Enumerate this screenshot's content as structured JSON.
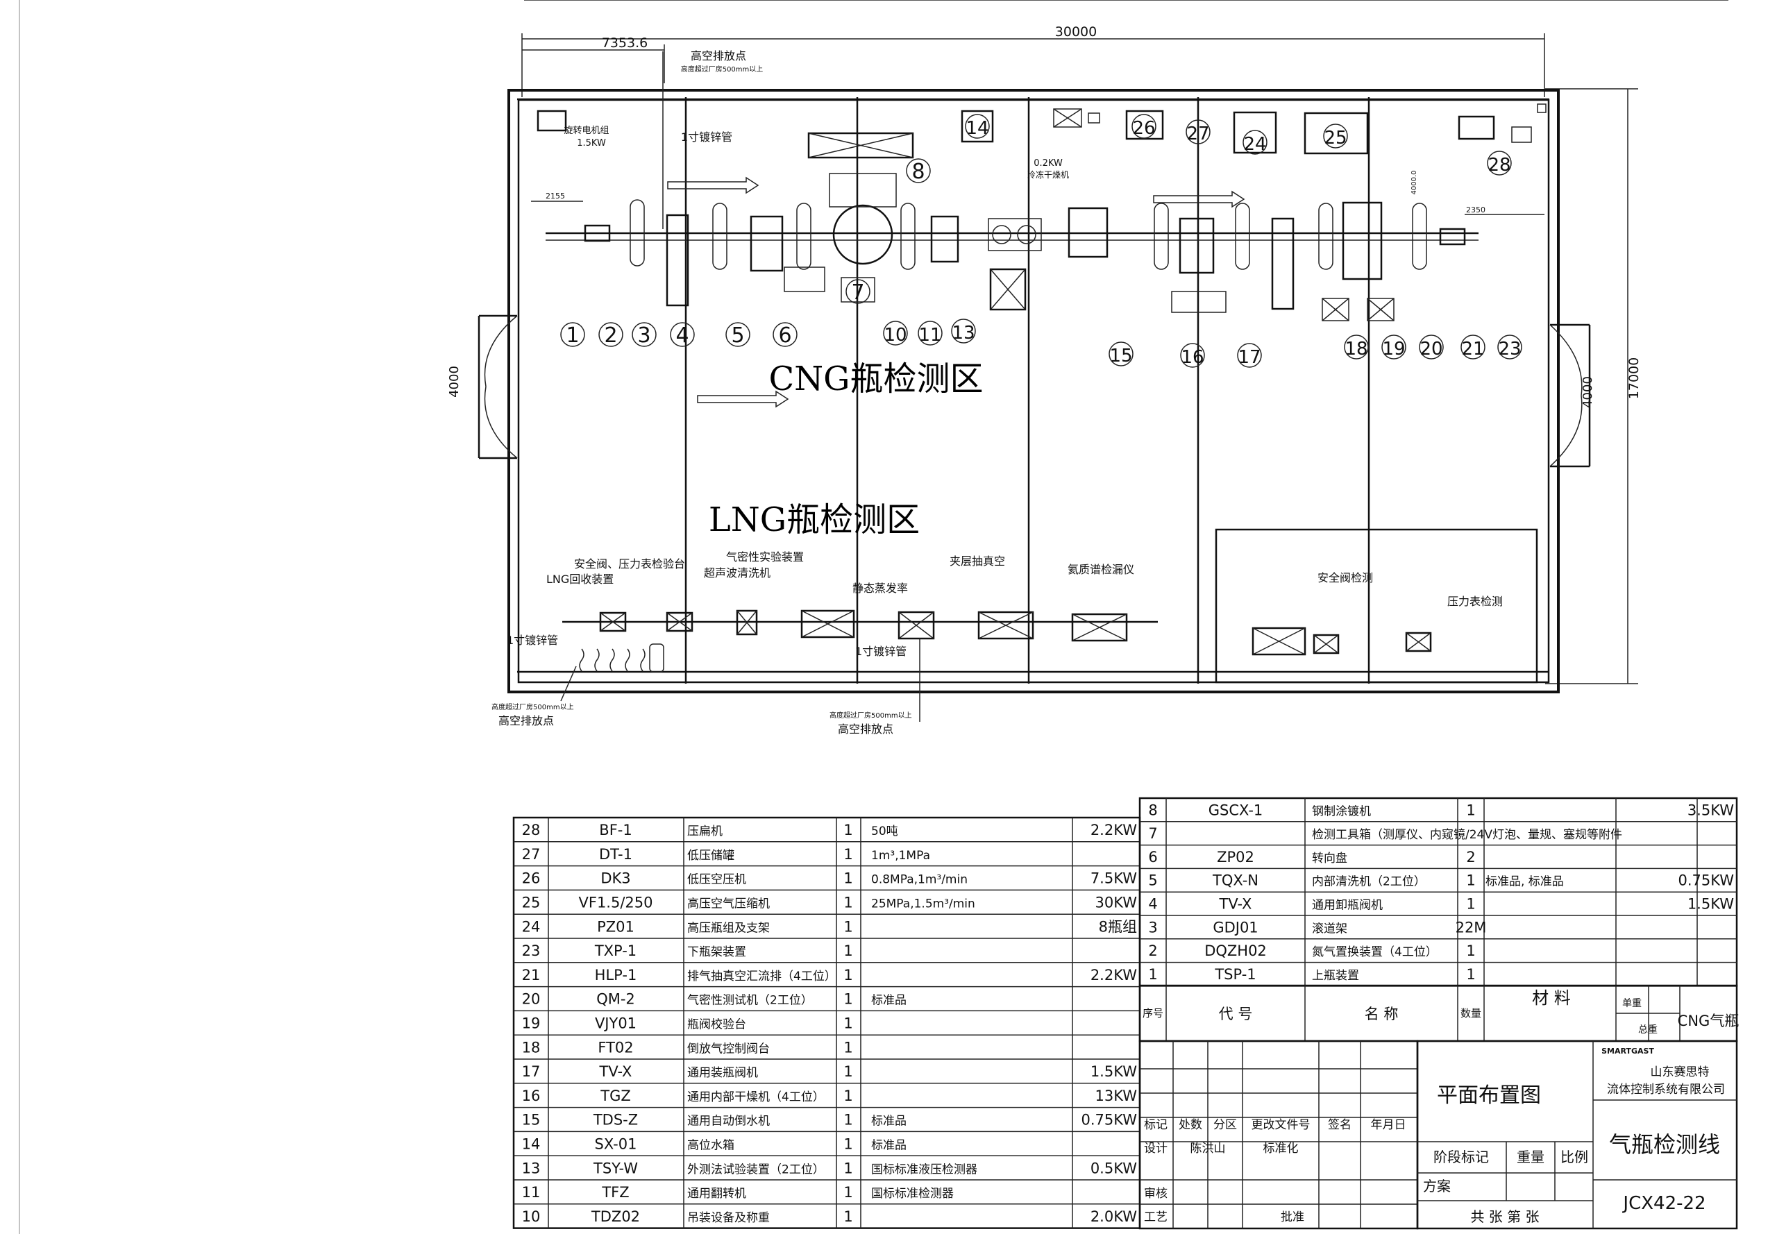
{
  "dimensions": {
    "overall_width": "30000",
    "left_offset": "7353.6",
    "height": "17000",
    "door_left": "4000",
    "door_right": "4000",
    "side_left": "2155",
    "side_right": "2350",
    "vert_dim": "4000"
  },
  "zones": {
    "cng": "CNG瓶检测区",
    "lng": "LNG瓶检测区"
  },
  "top_labels": {
    "vent_top": "高空排放点",
    "vent_top_note": "高度超过厂房500mm以上",
    "pipe_top": "1寸镀锌管",
    "motor": "旋转电机组",
    "motor_power": "1.5KW",
    "dryer_power": "0.2KW",
    "dryer": "冷冻干燥机",
    "dim_small": "4000.0"
  },
  "lng_labels": {
    "recovery": "LNG回收装置",
    "valve_check": "安全阀、压力表检验台",
    "ultrasonic": "超声波清洗机",
    "airtight": "气密性实验装置",
    "evaporation": "静态蒸发率",
    "vacuum": "夹层抽真空",
    "helium": "氦质谱检漏仪",
    "pipe_left": "1寸镀锌管",
    "pipe_mid": "1寸镀锌管",
    "vent_left_note": "高度超过厂房500mm以上",
    "vent_left": "高空排放点",
    "vent_mid_note": "高度超过厂房500mm以上",
    "vent_mid": "高空排放点",
    "safety_valve": "安全阀检测",
    "pressure_gauge": "压力表检测"
  },
  "circles": [
    "1",
    "2",
    "3",
    "4",
    "5",
    "6",
    "7",
    "8",
    "10",
    "11",
    "13",
    "14",
    "15",
    "16",
    "17",
    "18",
    "19",
    "20",
    "21",
    "23",
    "24",
    "25",
    "26",
    "27",
    "28"
  ],
  "bom_left": [
    {
      "no": "28",
      "code": "BF-1",
      "name": "压扁机",
      "qty": "1",
      "spec": "50吨",
      "power": "2.2KW"
    },
    {
      "no": "27",
      "code": "DT-1",
      "name": "低压储罐",
      "qty": "1",
      "spec": "1m³,1MPa",
      "power": ""
    },
    {
      "no": "26",
      "code": "DK3",
      "name": "低压空压机",
      "qty": "1",
      "spec": "0.8MPa,1m³/min",
      "power": "7.5KW"
    },
    {
      "no": "25",
      "code": "VF1.5/250",
      "name": "高压空气压缩机",
      "qty": "1",
      "spec": "25MPa,1.5m³/min",
      "power": "30KW"
    },
    {
      "no": "24",
      "code": "PZ01",
      "name": "高压瓶组及支架",
      "qty": "1",
      "spec": "",
      "power": "8瓶组"
    },
    {
      "no": "23",
      "code": "TXP-1",
      "name": "下瓶架装置",
      "qty": "1",
      "spec": "",
      "power": ""
    },
    {
      "no": "21",
      "code": "HLP-1",
      "name": "排气抽真空汇流排（4工位）",
      "qty": "1",
      "spec": "",
      "power": "2.2KW"
    },
    {
      "no": "20",
      "code": "QM-2",
      "name": "气密性测试机（2工位）",
      "qty": "1",
      "spec": "标准品",
      "power": ""
    },
    {
      "no": "19",
      "code": "VJY01",
      "name": "瓶阀校验台",
      "qty": "1",
      "spec": "",
      "power": ""
    },
    {
      "no": "18",
      "code": "FT02",
      "name": "倒放气控制阀台",
      "qty": "1",
      "spec": "",
      "power": ""
    },
    {
      "no": "17",
      "code": "TV-X",
      "name": "通用装瓶阀机",
      "qty": "1",
      "spec": "",
      "power": "1.5KW"
    },
    {
      "no": "16",
      "code": "TGZ",
      "name": "通用内部干燥机（4工位）",
      "qty": "1",
      "spec": "",
      "power": "13KW"
    },
    {
      "no": "15",
      "code": "TDS-Z",
      "name": "通用自动倒水机",
      "qty": "1",
      "spec": "标准品",
      "power": "0.75KW"
    },
    {
      "no": "14",
      "code": "SX-01",
      "name": "高位水箱",
      "qty": "1",
      "spec": "标准品",
      "power": ""
    },
    {
      "no": "13",
      "code": "TSY-W",
      "name": "外测法试验装置（2工位）",
      "qty": "1",
      "spec": "国标标准液压检测器",
      "power": "0.5KW"
    },
    {
      "no": "11",
      "code": "TFZ",
      "name": "通用翻转机",
      "qty": "1",
      "spec": "国标标准检测器",
      "power": ""
    },
    {
      "no": "10",
      "code": "TDZ02",
      "name": "吊装设备及称重",
      "qty": "1",
      "spec": "",
      "power": "2.0KW"
    }
  ],
  "bom_right": [
    {
      "no": "8",
      "code": "GSCX-1",
      "name": "钢制涂镀机",
      "qty": "1",
      "spec": "",
      "power": "3.5KW"
    },
    {
      "no": "7",
      "code": "",
      "name": "检测工具箱（测厚仪、内窥镜/24V灯泡、量规、塞规等附件",
      "qty": "",
      "spec": "",
      "power": ""
    },
    {
      "no": "6",
      "code": "ZP02",
      "name": "转向盘",
      "qty": "2",
      "spec": "",
      "power": ""
    },
    {
      "no": "5",
      "code": "TQX-N",
      "name": "内部清洗机（2工位）",
      "qty": "1",
      "spec": "标准品, 标准品",
      "power": "0.75KW"
    },
    {
      "no": "4",
      "code": "TV-X",
      "name": "通用卸瓶阀机",
      "qty": "1",
      "spec": "",
      "power": "1.5KW"
    },
    {
      "no": "3",
      "code": "GDJ01",
      "name": "滚道架",
      "qty": "22M",
      "spec": "",
      "power": ""
    },
    {
      "no": "2",
      "code": "DQZH02",
      "name": "氮气置换装置（4工位）",
      "qty": "1",
      "spec": "",
      "power": ""
    },
    {
      "no": "1",
      "code": "TSP-1",
      "name": "上瓶装置",
      "qty": "1",
      "spec": "",
      "power": ""
    }
  ],
  "bom_header": {
    "seq": "序号",
    "code": "代 号",
    "name": "名 称",
    "qty": "数量",
    "material": "材 料",
    "unit_weight": "单重",
    "total_weight": "总重",
    "remark": "CNG气瓶"
  },
  "revision_header": {
    "mark": "标记",
    "count": "处数",
    "zone": "分区",
    "doc": "更改文件号",
    "sign": "签名",
    "date": "年月日"
  },
  "revision_rows": {
    "design": "设计",
    "designer": "陈洪山",
    "standard": "标准化",
    "review": "审核",
    "process": "工艺",
    "approve": "批准"
  },
  "title_block": {
    "drawing_name": "平面布置图",
    "stage_mark": "阶段标记",
    "weight": "重量",
    "scale": "比例",
    "scheme": "方案",
    "sheets": "共 张 第 张",
    "company_logo": "SMARTGAST",
    "company_line1": "山东赛思特",
    "company_line2": "流体控制系统有限公司",
    "product": "气瓶检测线",
    "drawing_no": "JCX42-22"
  }
}
